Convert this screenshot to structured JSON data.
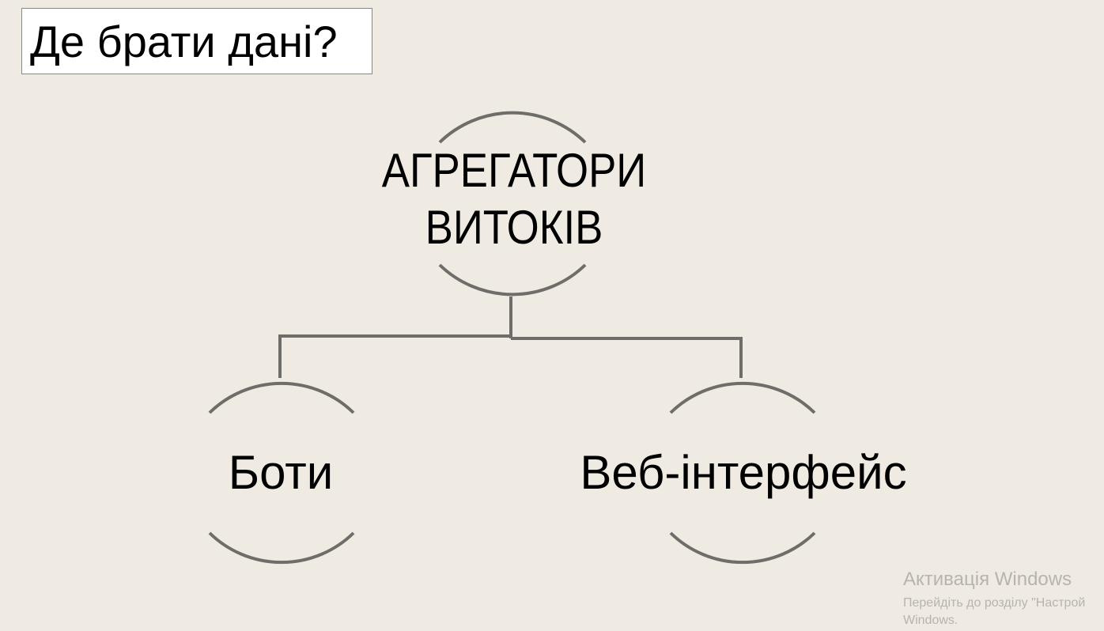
{
  "slide": {
    "title": "Де брати дані?"
  },
  "diagram": {
    "root": {
      "line1": "АГРЕГАТОРИ",
      "line2": "ВИТОКІВ"
    },
    "children": [
      {
        "label": "Боти"
      },
      {
        "label": "Веб-інтерфейс"
      }
    ],
    "colors": {
      "connector": "#6f6d6a",
      "background": "#efebe2"
    }
  },
  "watermark": {
    "title": "Активація Windows",
    "subtitle_line1": "Перейдіть до розділу \"Настрой",
    "subtitle_line2": "Windows."
  }
}
